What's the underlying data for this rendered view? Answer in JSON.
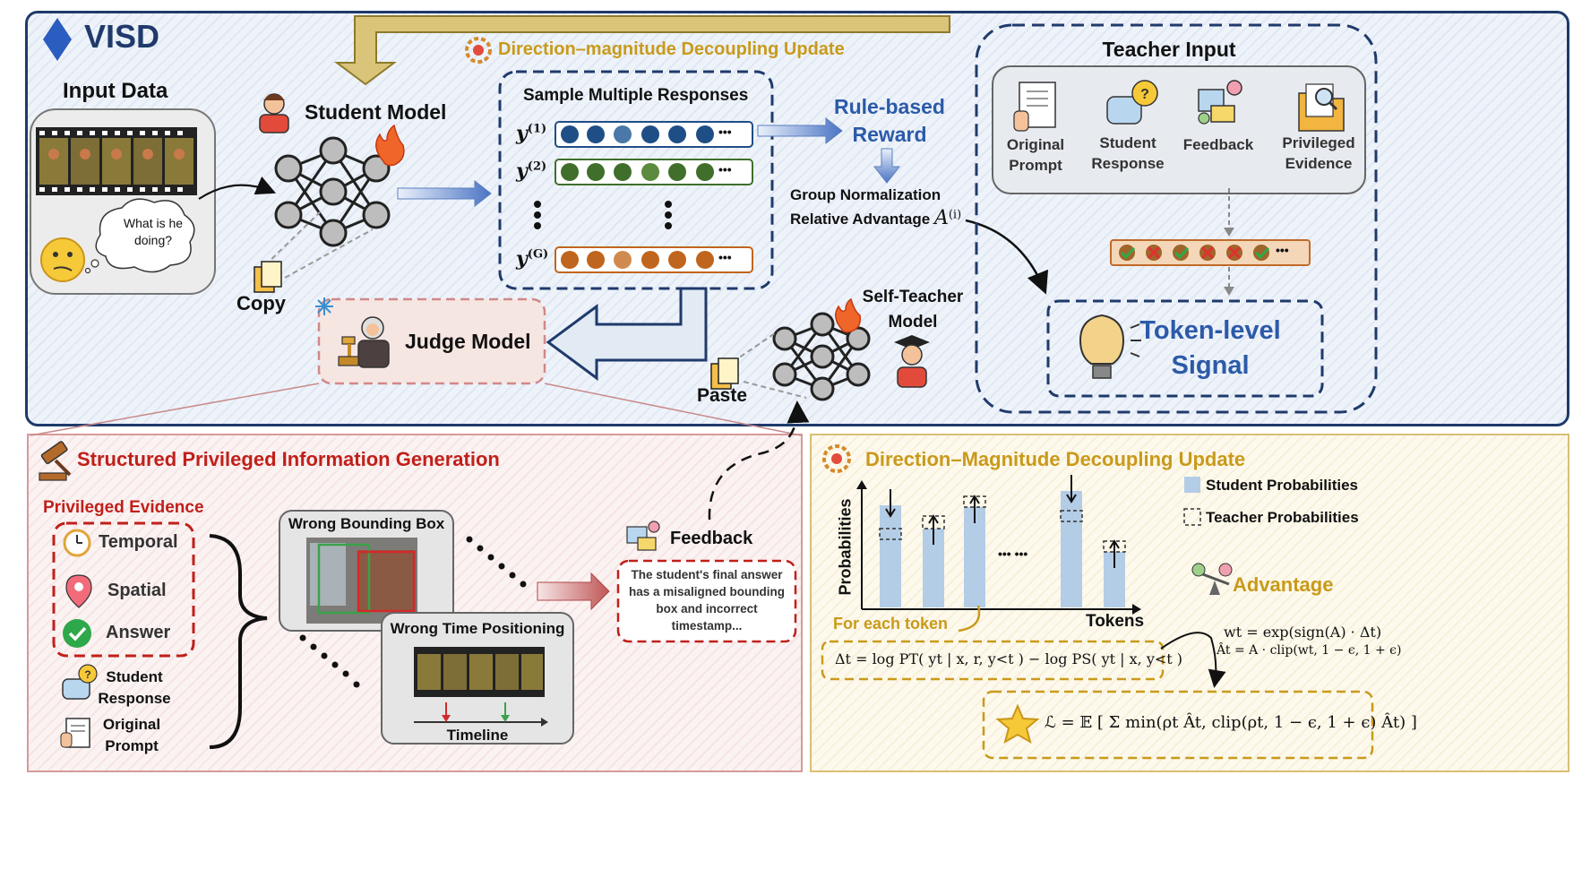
{
  "brand": "VISD",
  "top_update_title": "Direction–magnitude Decoupling Update",
  "input": {
    "title": "Input Data",
    "question": [
      "What is he",
      "doing?"
    ]
  },
  "student": {
    "title": "Student Model",
    "copy_label": "Copy"
  },
  "sampling": {
    "title": "Sample Multiple Responses",
    "rows": [
      {
        "label": "y",
        "sup": "(1)"
      },
      {
        "label": "y",
        "sup": "(2)"
      },
      {
        "label": "y",
        "sup": "(G)"
      }
    ],
    "ellipsis": "•••",
    "colors": [
      "#1f4e86",
      "#3f6f2a",
      "#c0651e"
    ]
  },
  "reward": {
    "title_line1": "Rule-based",
    "title_line2": "Reward",
    "norm_line1": "Group Normalization",
    "norm_line2": "Relative Advantage",
    "advantage_symbol": "A",
    "advantage_sup": "(i)"
  },
  "teacher_input": {
    "title": "Teacher Input",
    "items": [
      {
        "line1": "Original",
        "line2": "Prompt",
        "icon": "document-hand-icon"
      },
      {
        "line1": "Student",
        "line2": "Response",
        "icon": "speech-bubble-question-icon"
      },
      {
        "line1": "Feedback",
        "line2": "",
        "icon": "feedback-icon"
      },
      {
        "line1": "Privileged",
        "line2": "Evidence",
        "icon": "folder-search-icon"
      }
    ],
    "token_ellipsis": "•••",
    "signal_line1": "Token-level",
    "signal_line2": "Signal"
  },
  "judge": {
    "title": "Judge Model"
  },
  "self_teacher": {
    "line1": "Self-Teacher",
    "line2": "Model",
    "paste_label": "Paste"
  },
  "spig": {
    "title": "Structured Privileged Information Generation",
    "evidence_title": "Privileged Evidence",
    "evidence_items": [
      "Temporal",
      "Spatial",
      "Answer"
    ],
    "student_response": [
      "Student",
      "Response"
    ],
    "original_prompt": [
      "Original",
      "Prompt"
    ],
    "wrong_box": "Wrong Bounding Box",
    "wrong_time": "Wrong Time Positioning",
    "timeline": "Timeline",
    "feedback_title": "Feedback",
    "feedback_text": [
      "The student's final answer",
      "has a misaligned bounding",
      "box and incorrect",
      "timestamp..."
    ]
  },
  "dmdu": {
    "title": "Direction–Magnitude Decoupling Update",
    "legend_student": "Student Probabilities",
    "legend_teacher": "Teacher Probabilities",
    "y_axis": "Probabilities",
    "x_axis": "Tokens",
    "for_each_token": "For each token",
    "ellipsis": "•••  •••",
    "advantage": "Advantage",
    "colors": {
      "student_bar": "#b4cde6",
      "accent": "#c99a1a"
    }
  },
  "formulas": {
    "delta": "Δt = log PT( yt | x, r, y<t ) − log PS( yt | x, y<t )",
    "wt": "wt = exp(sign(A) · Δt)",
    "at": "Ât = A · clip(wt, 1 − ϵ, 1 + ϵ)",
    "loss": "ℒ = 𝔼 [ Σ min(ρt Ât, clip(ρt, 1 − ϵ, 1 + ϵ) Ât) ]"
  }
}
